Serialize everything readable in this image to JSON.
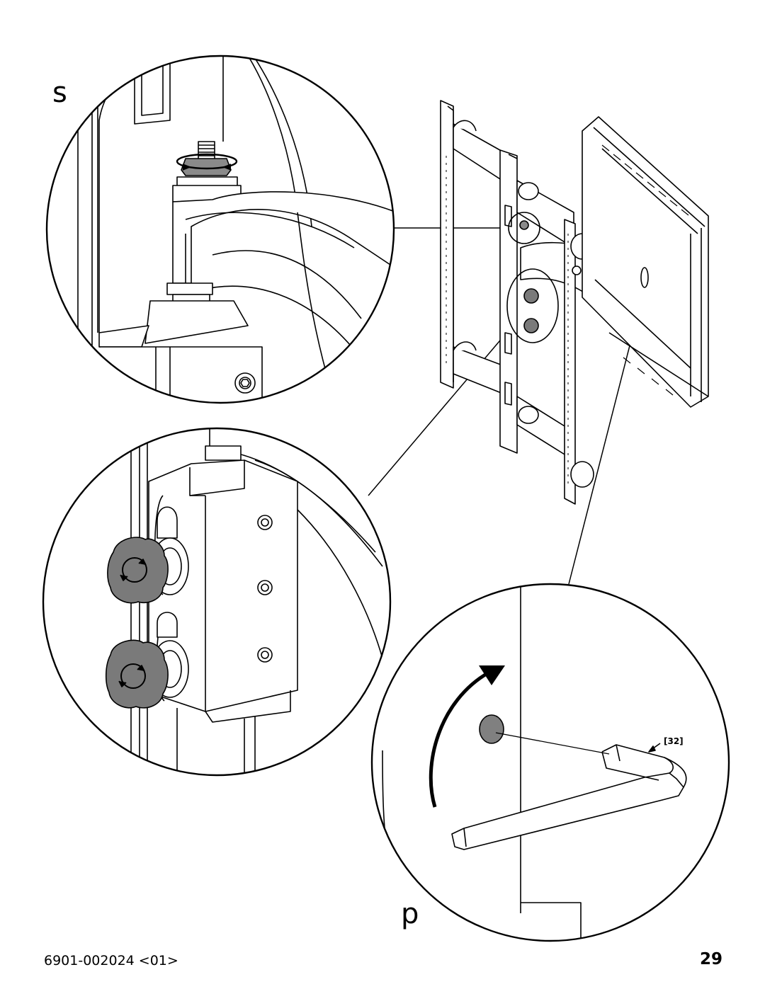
{
  "labels": {
    "step_s": "s",
    "step_p": "p",
    "part_ref": "[32]"
  },
  "footer": {
    "document_number": "6901-002024 <01>",
    "page_number": "29"
  },
  "colors": {
    "line": "#000000",
    "knob_fill": "#7a7a7a",
    "nut_fill": "#8a8a8a",
    "hole_fill": "#808080",
    "background": "#ffffff"
  }
}
